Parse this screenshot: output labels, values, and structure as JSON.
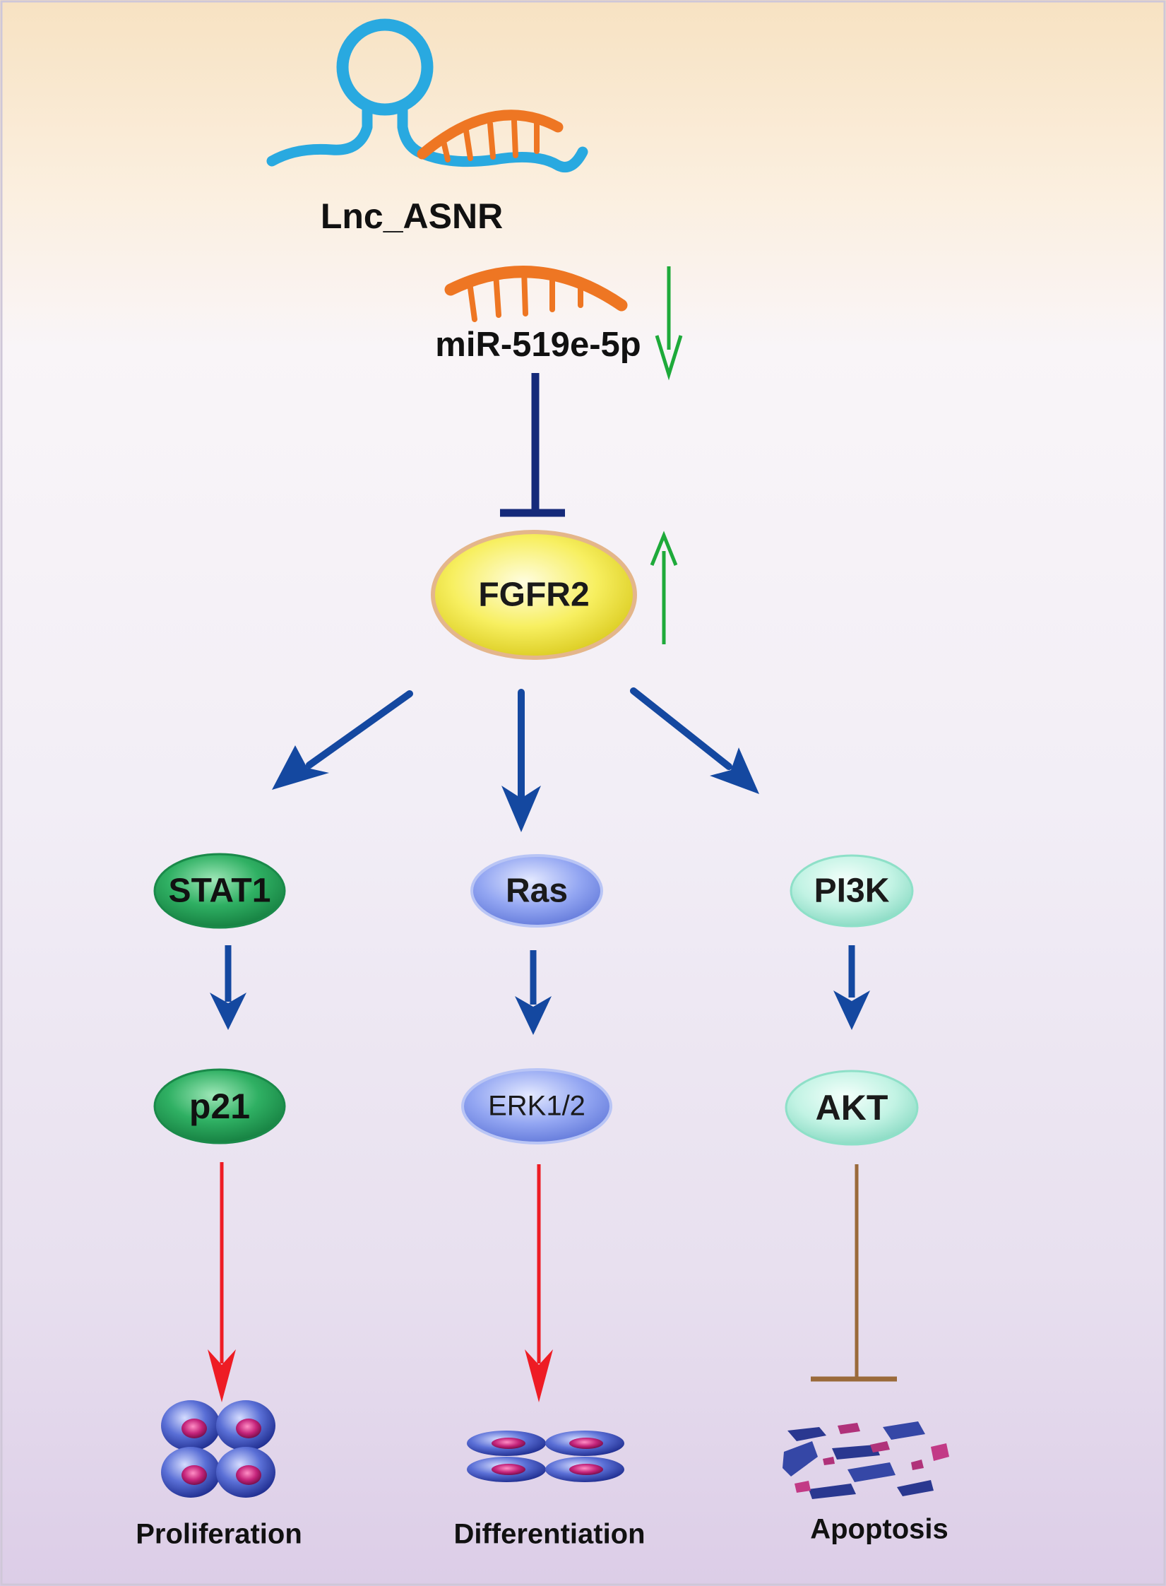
{
  "lncrna": {
    "label": "Lnc_ASNR"
  },
  "mirna": {
    "label": "miR-519e-5p"
  },
  "receptor": {
    "label": "FGFR2"
  },
  "pathways": [
    {
      "upstream": "STAT1",
      "downstream": "p21",
      "outcome": "Proliferation"
    },
    {
      "upstream": "Ras",
      "downstream": "ERK1/2",
      "outcome": "Differentiation"
    },
    {
      "upstream": "PI3K",
      "downstream": "AKT",
      "outcome": "Apoptosis"
    }
  ],
  "colors": {
    "lncrna_strand": "#29a9e0",
    "mirna_strand": "#ee7623",
    "regulation_arrow": "#1eaa3a",
    "inhibition_bar": "#152a7a",
    "signal_arrow": "#1448a0",
    "outcome_arrow": "#ee1c24",
    "akt_inhibition": "#9a6a3a",
    "fgfr2_fill": "#f2ea3c",
    "stat1_fill": "#1f9a55",
    "ras_fill": "#7f93ec",
    "pi3k_fill": "#a7ecd9"
  },
  "icons": {
    "lncrna": "lncrna-hairpin-icon",
    "mirna": "mirna-strand-icon",
    "proliferation": "proliferating-cells-icon",
    "differentiation": "differentiating-cells-icon",
    "apoptosis": "apoptotic-fragments-icon"
  }
}
